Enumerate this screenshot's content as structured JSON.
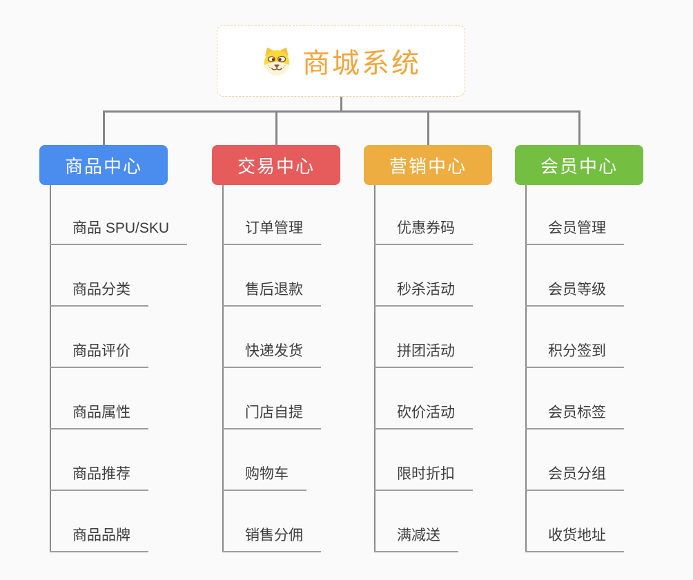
{
  "root": {
    "title": "商城系统",
    "icon": "dog-face-icon"
  },
  "branches": [
    {
      "id": "product-center",
      "label": "商品中心",
      "color": "#4A8DEF",
      "children": [
        "商品 SPU/SKU",
        "商品分类",
        "商品评价",
        "商品属性",
        "商品推荐",
        "商品品牌"
      ]
    },
    {
      "id": "trade-center",
      "label": "交易中心",
      "color": "#E65B5B",
      "children": [
        "订单管理",
        "售后退款",
        "快递发货",
        "门店自提",
        "购物车",
        "销售分佣"
      ]
    },
    {
      "id": "marketing-center",
      "label": "营销中心",
      "color": "#EDAD40",
      "children": [
        "优惠券码",
        "秒杀活动",
        "拼团活动",
        "砍价活动",
        "限时折扣",
        "满减送"
      ]
    },
    {
      "id": "member-center",
      "label": "会员中心",
      "color": "#74BF42",
      "children": [
        "会员管理",
        "会员等级",
        "积分签到",
        "会员标签",
        "会员分组",
        "收货地址"
      ]
    }
  ],
  "colors": {
    "background": "#FAFAFA",
    "connector": "#868686",
    "leaf_underline": "#9C9C9C",
    "leaf_text": "#3D3D3D",
    "root_text": "#F0A63E",
    "root_border": "#F3CD93"
  }
}
